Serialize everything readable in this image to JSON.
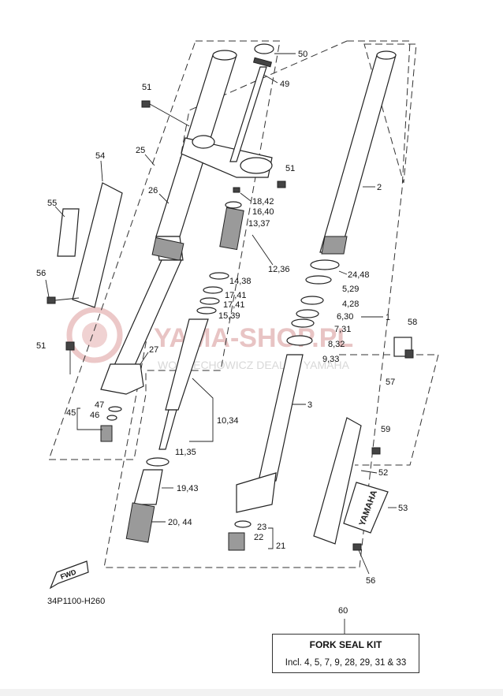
{
  "diagram": {
    "code": "34P1100-H260",
    "fwd_label": "FWD",
    "watermark": {
      "line1": "YAMA-SHOP.PL",
      "line2": "WOJCIECHOWICZ DEALER YAMAHA"
    },
    "brand_text": "YAMAHA",
    "callouts": [
      {
        "id": "c50",
        "label": "50"
      },
      {
        "id": "c49",
        "label": "49"
      },
      {
        "id": "c51a",
        "label": "51"
      },
      {
        "id": "c51b",
        "label": "51"
      },
      {
        "id": "c51c",
        "label": "51"
      },
      {
        "id": "c54",
        "label": "54"
      },
      {
        "id": "c25",
        "label": "25"
      },
      {
        "id": "c26",
        "label": "26"
      },
      {
        "id": "c55",
        "label": "55"
      },
      {
        "id": "c56a",
        "label": "56"
      },
      {
        "id": "c2",
        "label": "2"
      },
      {
        "id": "c18",
        "label": "18,42"
      },
      {
        "id": "c16",
        "label": "16,40"
      },
      {
        "id": "c13",
        "label": "13,37"
      },
      {
        "id": "c12",
        "label": "12,36"
      },
      {
        "id": "c24",
        "label": "24,48"
      },
      {
        "id": "c5",
        "label": "5,29"
      },
      {
        "id": "c4",
        "label": "4,28"
      },
      {
        "id": "c1",
        "label": "1"
      },
      {
        "id": "c14",
        "label": "14,38"
      },
      {
        "id": "c17a",
        "label": "17,41"
      },
      {
        "id": "c17b",
        "label": "17,41"
      },
      {
        "id": "c15",
        "label": "15,39"
      },
      {
        "id": "c6",
        "label": "6,30"
      },
      {
        "id": "c7",
        "label": "7,31"
      },
      {
        "id": "c58",
        "label": "58"
      },
      {
        "id": "c8",
        "label": "8,32"
      },
      {
        "id": "c27",
        "label": "27"
      },
      {
        "id": "c9",
        "label": "9,33"
      },
      {
        "id": "c57",
        "label": "57"
      },
      {
        "id": "c3",
        "label": "3"
      },
      {
        "id": "c47",
        "label": "47"
      },
      {
        "id": "c45",
        "label": "45"
      },
      {
        "id": "c46",
        "label": "46"
      },
      {
        "id": "c10",
        "label": "10,34"
      },
      {
        "id": "c59",
        "label": "59"
      },
      {
        "id": "c11",
        "label": "11,35"
      },
      {
        "id": "c52",
        "label": "52"
      },
      {
        "id": "c19",
        "label": "19,43"
      },
      {
        "id": "c53",
        "label": "53"
      },
      {
        "id": "c20",
        "label": "20, 44"
      },
      {
        "id": "c23",
        "label": "23"
      },
      {
        "id": "c22",
        "label": "22"
      },
      {
        "id": "c21",
        "label": "21"
      },
      {
        "id": "c56b",
        "label": "56"
      }
    ]
  },
  "kit": {
    "number": "60",
    "title": "FORK SEAL KIT",
    "description": "Incl. 4, 5, 7, 9, 28, 29, 31 & 33"
  }
}
